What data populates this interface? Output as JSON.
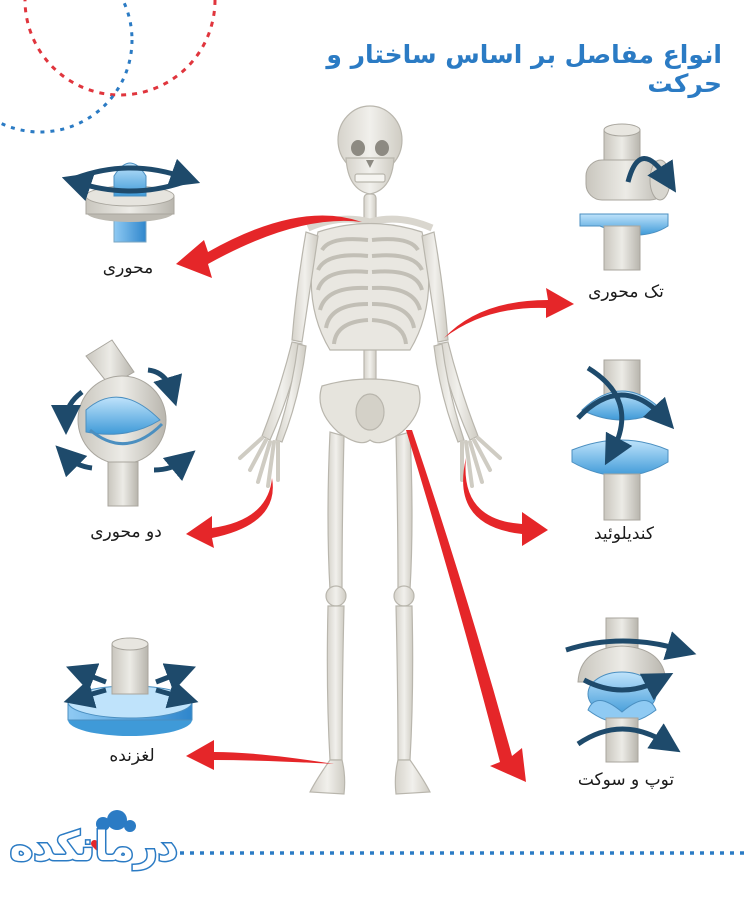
{
  "title": "انواع مفاصل بر اساس ساختار و حرکت",
  "joints": {
    "pivot": "محوری",
    "hinge": "تک محوری",
    "saddle": "دو محوری",
    "condyloid": "کندیلوئید",
    "gliding": "لغزنده",
    "ball_socket": "توپ و سوکت"
  },
  "logo": "درمانکده",
  "colors": {
    "accent_blue": "#2b7bc4",
    "arrow_red": "#e52629",
    "deco_red": "#e0353d",
    "bone": "#e8e6df",
    "bone_shadow": "#cfccc3",
    "joint_blue": "#5fb0e8",
    "icon_dark": "#1e4a6b"
  },
  "icons": [
    "pivot-joint-icon",
    "hinge-joint-icon",
    "saddle-joint-icon",
    "condyloid-joint-icon",
    "gliding-joint-icon",
    "ball-socket-joint-icon",
    "skeleton-figure",
    "logo-mark"
  ]
}
